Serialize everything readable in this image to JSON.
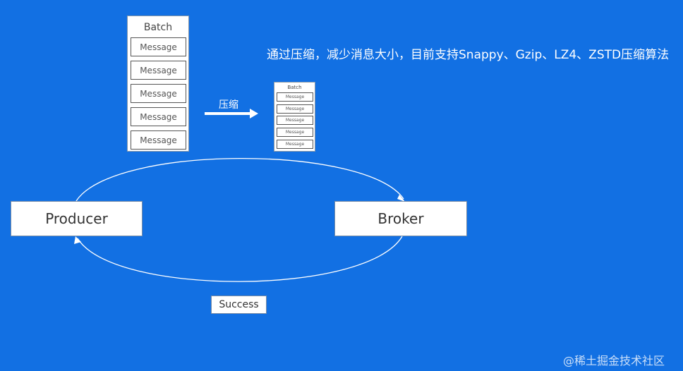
{
  "caption": "通过压缩，减少消息大小，目前支持Snappy、Gzip、LZ4、ZSTD压缩算法",
  "compress_label": "压缩",
  "batch_large": {
    "title": "Batch",
    "messages": [
      "Message",
      "Message",
      "Message",
      "Message",
      "Message"
    ]
  },
  "batch_small": {
    "title": "Batch",
    "messages": [
      "Message",
      "Message",
      "Message",
      "Message",
      "Message"
    ]
  },
  "producer": "Producer",
  "broker": "Broker",
  "success": "Success",
  "watermark": "@稀土掘金技术社区",
  "colors": {
    "background": "#1270e3",
    "box_fill": "#ffffff",
    "line": "#ffffff"
  }
}
